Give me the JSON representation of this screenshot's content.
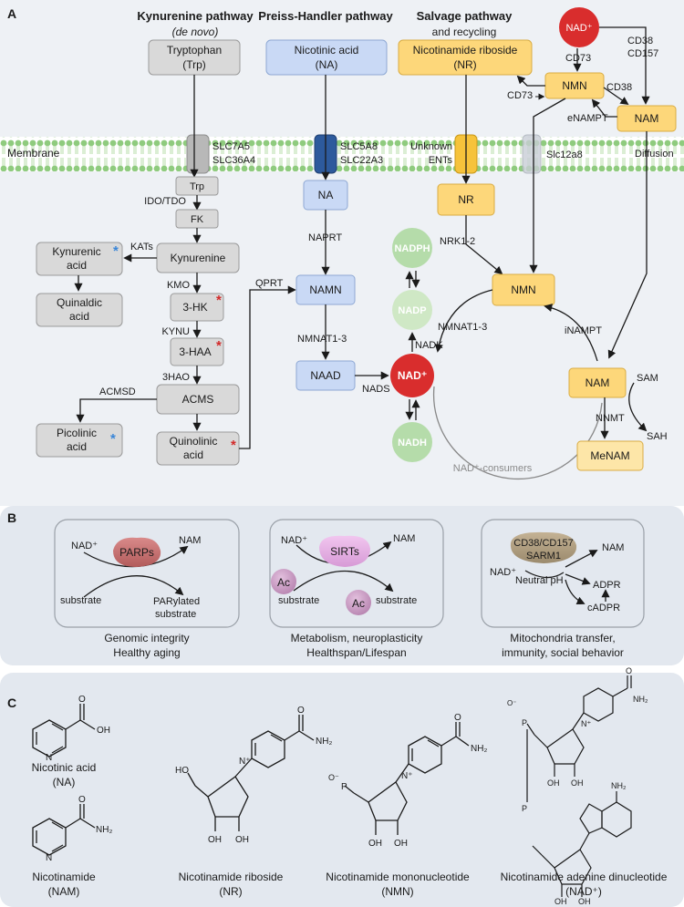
{
  "panels": {
    "a": "A",
    "b": "B",
    "c": "C"
  },
  "headers": {
    "kynurenine": "Kynurenine pathway",
    "kynurenine_sub": "(de novo)",
    "preiss": "Preiss-Handler pathway",
    "salvage": "Salvage pathway",
    "salvage_sub": "and recycling"
  },
  "membrane": {
    "label": "Membrane",
    "slc7a5": "SLC7A5",
    "slc36a4": "SLC36A4",
    "slc5a8": "SLC5A8",
    "slc22a3": "SLC22A3",
    "unknown": "Unknown",
    "ents": "ENTs",
    "slc12a8": "Slc12a8",
    "diffusion": "Diffusion"
  },
  "nodes": {
    "tryptophan": "Tryptophan",
    "trp_abbr": "(Trp)",
    "nicotinic_acid": "Nicotinic acid",
    "na_abbr": "(NA)",
    "nicotinamide_riboside": "Nicotinamide riboside",
    "nr_abbr": "(NR)",
    "nad_plus": "NAD⁺",
    "nmn": "NMN",
    "nam": "NAM",
    "trp": "Trp",
    "fk": "FK",
    "kynurenine": "Kynurenine",
    "kynurenic_1": "Kynurenic",
    "kynurenic_2": "acid",
    "quinaldic_1": "Quinaldic",
    "quinaldic_2": "acid",
    "three_hk": "3-HK",
    "three_haa": "3-HAA",
    "acms": "ACMS",
    "picolinic_1": "Picolinic",
    "picolinic_2": "acid",
    "quinolinic_1": "Quinolinic",
    "quinolinic_2": "acid",
    "na": "NA",
    "namn": "NAMN",
    "naad": "NAAD",
    "nr": "NR",
    "nadph": "NADPH",
    "nadp": "NADP",
    "nadh": "NADH",
    "menam": "MeNAM",
    "star": "*"
  },
  "enzymes": {
    "cd73_top": "CD73",
    "cd73_left": "CD73",
    "cd38_top": "CD38",
    "cd157": "CD157",
    "cd38_mid": "CD38",
    "enampt": "eNAMPT",
    "ido_tdo": "IDO/TDO",
    "kats": "KATs",
    "kmo": "KMO",
    "kynu": "KYNU",
    "three_hao": "3HAO",
    "acmsd": "ACMSD",
    "qprt": "QPRT",
    "naprt": "NAPRT",
    "nmnat_left": "NMNAT1-3",
    "nmnat_right": "NMNAT1-3",
    "nrk": "NRK1-2",
    "nadk": "NADK",
    "nads": "NADS",
    "inampt": "iNAMPT",
    "sam": "SAM",
    "nnmt": "NNMT",
    "sah": "SAH",
    "consumers": "NAD⁺-consumers"
  },
  "panel_b": {
    "parps": {
      "enzyme": "PARPs",
      "nad": "NAD⁺",
      "nam": "NAM",
      "substrate": "substrate",
      "product_1": "PARylated",
      "product_2": "substrate",
      "caption_1": "Genomic integrity",
      "caption_2": "Healthy aging"
    },
    "sirts": {
      "enzyme": "SIRTs",
      "nad": "NAD⁺",
      "nam": "NAM",
      "ac": "Ac",
      "substrate": "substrate",
      "product": "substrate",
      "caption_1": "Metabolism, neuroplasticity",
      "caption_2": "Healthspan/Lifespan"
    },
    "cd38": {
      "enzyme_1": "CD38/CD157",
      "enzyme_2": "SARM1",
      "nad": "NAD⁺",
      "nam": "NAM",
      "neutral": "Neutral pH",
      "adpr": "ADPR",
      "cadpr": "cADPR",
      "caption_1": "Mitochondria transfer,",
      "caption_2": "immunity, social behavior"
    }
  },
  "panel_c": {
    "na_name": "Nicotinic acid",
    "na_abbr": "(NA)",
    "nam_name": "Nicotinamide",
    "nam_abbr": "(NAM)",
    "nr_name": "Nicotinamide riboside",
    "nr_abbr": "(NR)",
    "nmn_name": "Nicotinamide mononucleotide",
    "nmn_abbr": "(NMN)",
    "nad_name": "Nicotinamide adenine dinucleotide",
    "nad_abbr": "(NAD⁺)",
    "oh": "OH",
    "o": "O",
    "nh2": "NH₂",
    "nplus": "N⁺",
    "n": "N",
    "ho": "HO",
    "p": "P",
    "ominus": "O⁻"
  },
  "colors": {
    "gray_box": "#d9d9d9",
    "blue_box": "#c9d9f5",
    "blue_dark": "#a9c3ee",
    "orange_box": "#fdd77a",
    "orange_light": "#fde6a8",
    "nad_red": "#d92d2d",
    "green": "#b5dcaa",
    "membrane": "#9ed28f",
    "panel_bg": "#e8ecf2",
    "blue_star": "#3a86d8",
    "red_star": "#d22a2a"
  }
}
